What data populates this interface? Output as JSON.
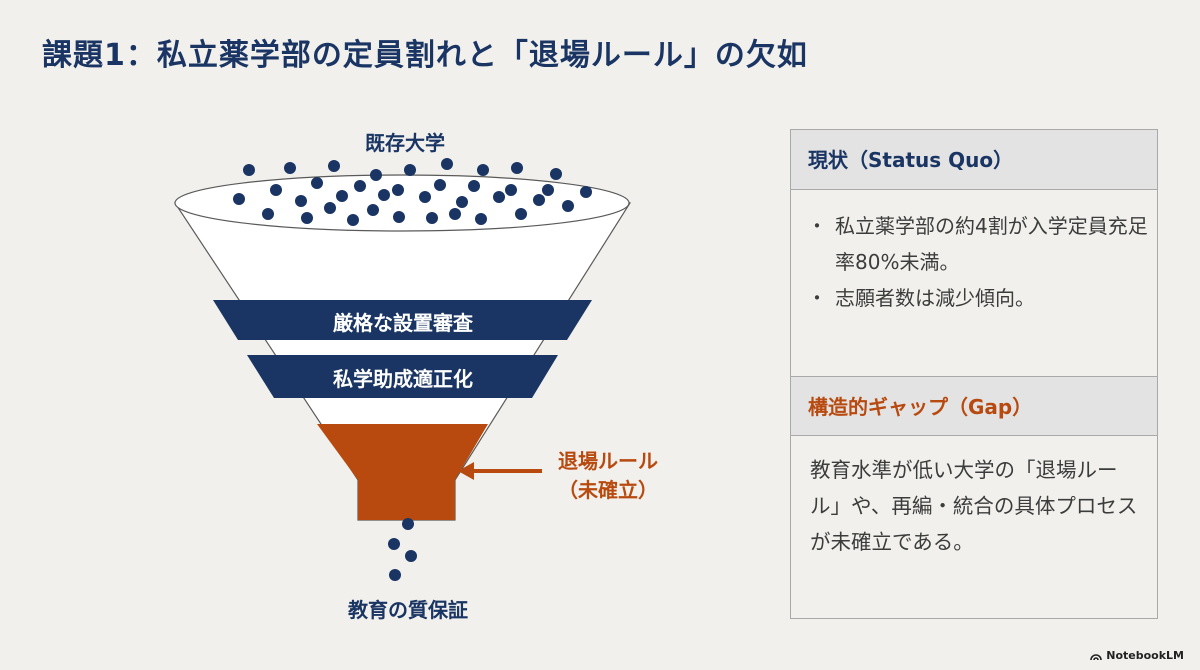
{
  "title": "課題1：私立薬学部の定員割れと「退場ルール」の欠如",
  "funnel": {
    "top_label": "既存大学",
    "band1": "厳格な設置審査",
    "band2": "私学助成適正化",
    "exit_rule_line1": "退場ルール",
    "exit_rule_line2": "（未確立）",
    "bottom_label": "教育の質保証"
  },
  "status": {
    "heading": "現状（Status Quo）",
    "items": [
      "私立薬学部の約4割が入学定員充足率80%未満。",
      "志願者数は減少傾向。"
    ]
  },
  "gap": {
    "heading": "構造的ギャップ（Gap）",
    "text": "教育水準が低い大学の「退場ルール」や、再編・統合の具体プロセスが未確立である。"
  },
  "logo": {
    "text": "NotebookLM"
  },
  "colors": {
    "navy": "#1a3563",
    "orange": "#b84a0f",
    "background": "#f1f0ec"
  }
}
